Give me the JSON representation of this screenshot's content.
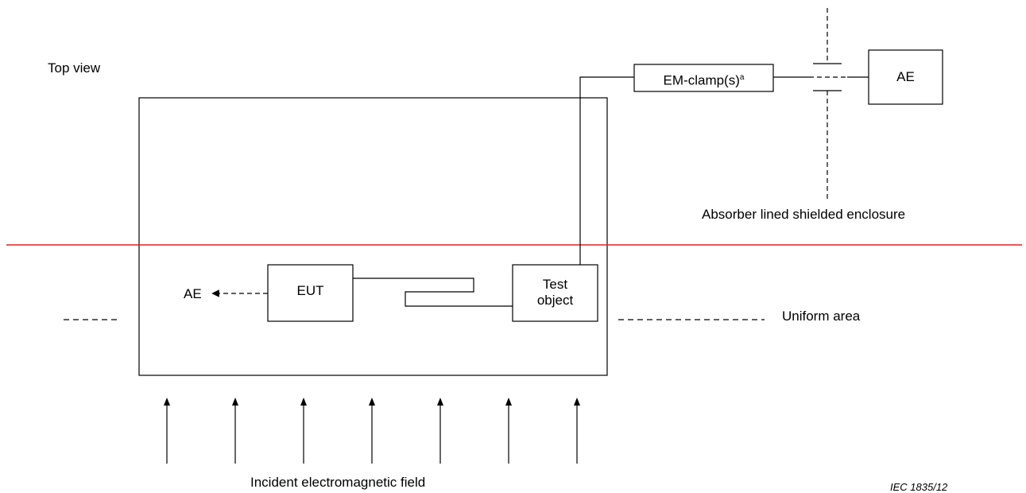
{
  "labels": {
    "top_view": "Top view",
    "em_clamp": "EM-clamp(s)",
    "em_clamp_note": "a",
    "ae_right": "AE",
    "absorber": "Absorber lined shielded enclosure",
    "ae_left": "AE",
    "eut": "EUT",
    "test_object_line1": "Test",
    "test_object_line2": "object",
    "uniform_area": "Uniform area",
    "incident_field": "Incident electromagnetic field",
    "figure_id": "IEC 1835/12"
  },
  "colors": {
    "divider_line": "#e02020",
    "stroke": "#000000"
  },
  "arrow_count": 7
}
